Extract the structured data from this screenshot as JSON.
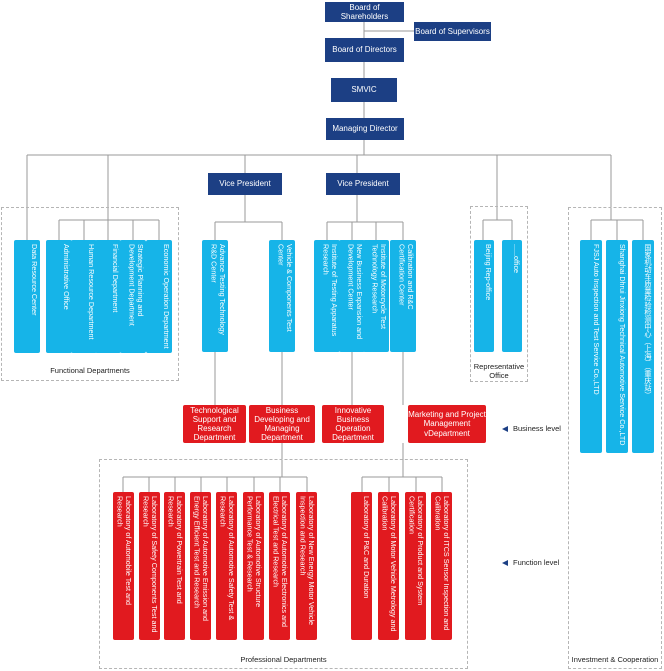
{
  "top": {
    "shareholders": "Board of Shareholders",
    "supervisors": "Board of Supervisors",
    "directors": "Board of Directors",
    "smvic": "SMVIC",
    "md": "Managing Director",
    "vp1": "Vice President",
    "vp2": "Vice President"
  },
  "functional": {
    "items": [
      "Data Resource Center",
      "Administrative Office",
      "Human Resource Department",
      "Financial Department",
      "Strategic Planning and Development Department",
      "Economic Operation Department"
    ],
    "caption": "Functional Departments"
  },
  "vp1_units": [
    "Advance Testing Technology R&D Center",
    "Vehicle & Components Test Center"
  ],
  "vp2_units": [
    "Institute of Testing Apparatus Research",
    "New Business Expansion and Development Center",
    "Institute of Motorcycle Test Technology Research",
    "Calibration and R&C Certification Center"
  ],
  "representative": {
    "items": [
      "Beijing Rep-office",
      "......office"
    ],
    "caption": "Representative Office"
  },
  "investment": {
    "items": [
      "FJSJ Auto Inspection and Test Service Co.,LTD",
      "Shanghai Dhrui Jinxiong Technical Automotive Service Co.,LTD",
      "国家机动车质量检验检测中心（上海）（重庆站）"
    ],
    "caption": "Investment & Cooperation"
  },
  "business": {
    "items": [
      "Technological Support and Research Department",
      "Business Developing and Managing Department",
      "Innovative Business Operation Department",
      "Marketing and Project Management vDepartment"
    ],
    "level": "Business level"
  },
  "labs_left": [
    "Laboratory of Automobile Test and Research",
    "Laboratory of Safety Components Test and Research",
    "Laboratory of Powertrain Test and Research",
    "Laboratory of Automotive Emission and Energy Efficient Test and Research",
    "Laboratory of Automotive Safety Test & Research",
    "Laboratory of Automotive Structure Performance Test & Research",
    "Laboratory of Automotive Electronics and Electrical Test and Research",
    "Laboratory of New Energy Motor Vehicle Inspection and Research"
  ],
  "labs_right": [
    "Laboratory of P&C and Duration",
    "Laboratory of Motor Vehicle Metrology and Calibration",
    "Laboratory of Product and System Certification",
    "Laboratory of ITCS Sensor Inspection and Calibration"
  ],
  "professional": {
    "caption": "Professional Departments",
    "level": "Function level"
  }
}
